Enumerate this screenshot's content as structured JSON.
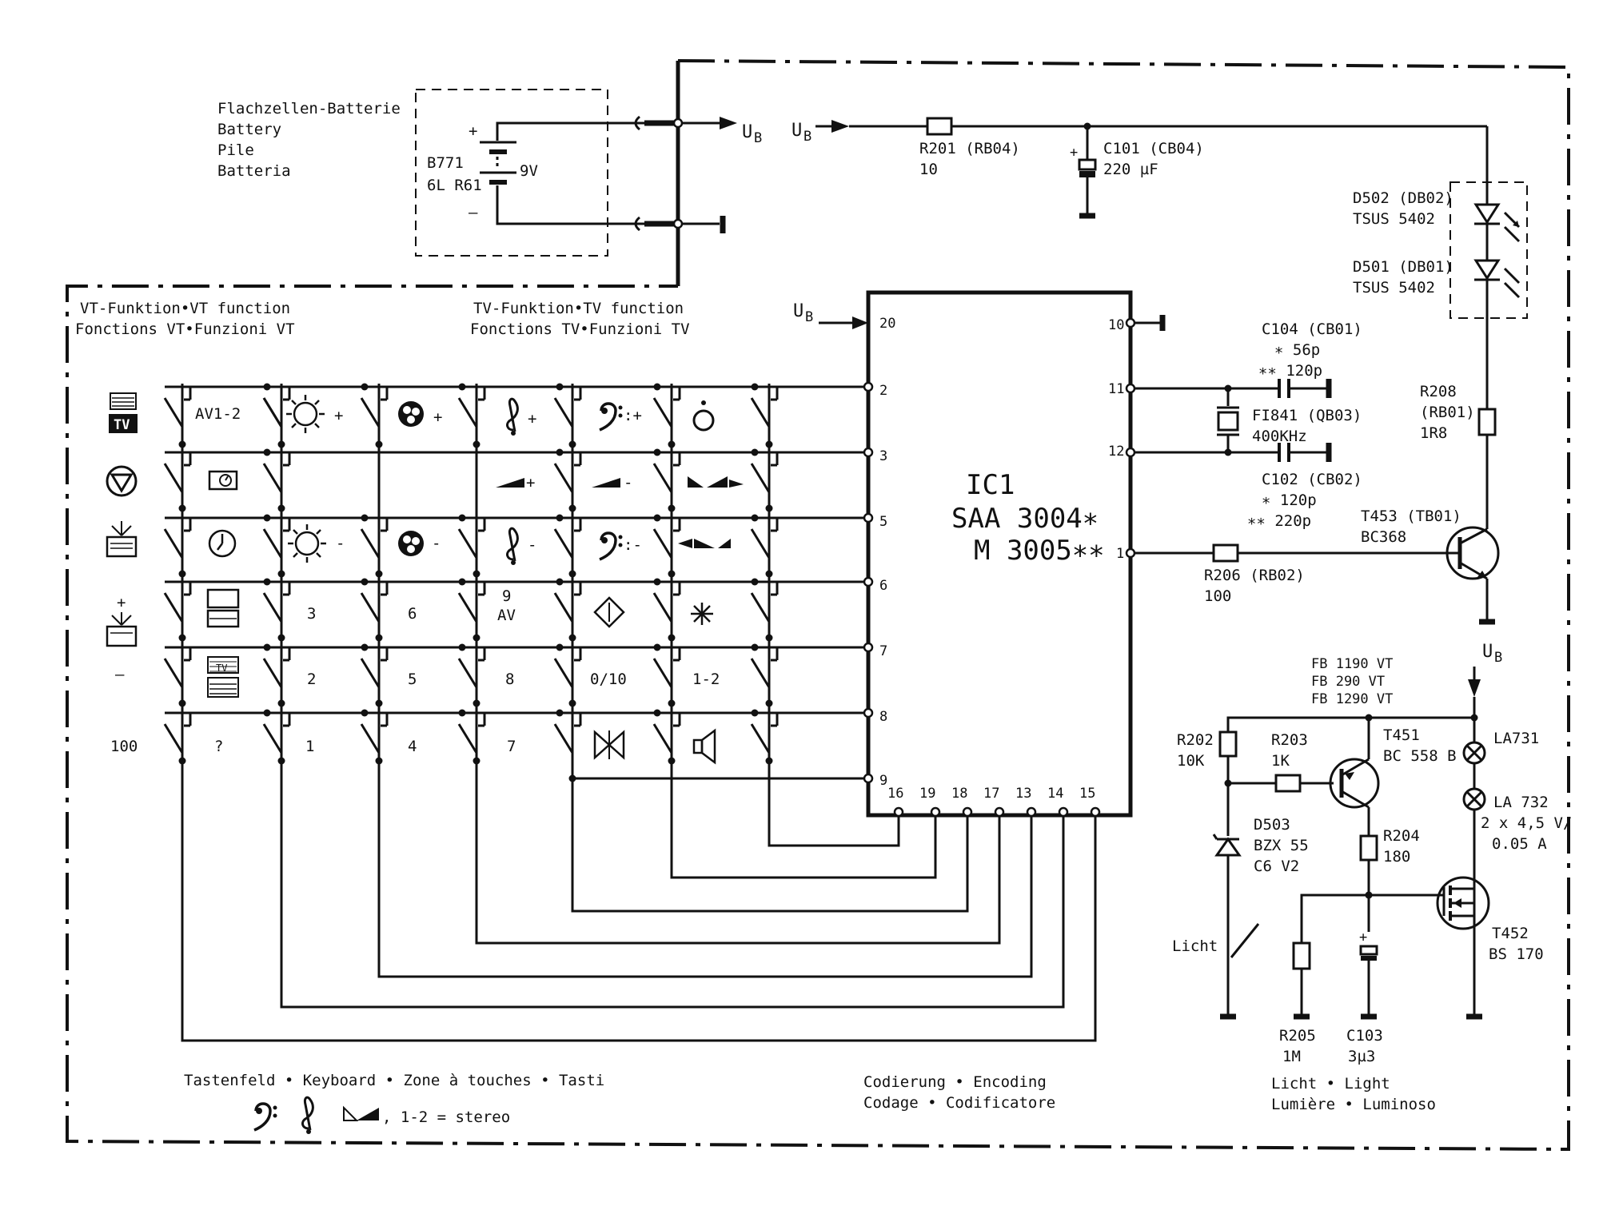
{
  "battery": {
    "title_de": "Flachzellen-Batterie",
    "title_en": "Battery",
    "title_fr": "Pile",
    "title_it": "Batteria",
    "ref": "B771",
    "type": "6L R61",
    "voltage": "9V",
    "plus": "+",
    "minus": "–",
    "ub_label": "U",
    "ub_sub": "B"
  },
  "supply": {
    "ub_label": "U",
    "ub_sub": "B",
    "r201_name": "R201 (RB04)",
    "r201_value": "10",
    "c101_name": "C101 (CB04)",
    "c101_value": "220 µF",
    "c101_plus": "+"
  },
  "leds": {
    "d502_name": "D502 (DB02)",
    "d502_type": "TSUS 5402",
    "d501_name": "D501 (DB01)",
    "d501_type": "TSUS 5402"
  },
  "output": {
    "r208_name": "R208",
    "r208_code": "(RB01)",
    "r208_value": "1R8",
    "t453_name": "T453 (TB01)",
    "t453_type": "BC368",
    "r206_name": "R206 (RB02)",
    "r206_value": "100"
  },
  "oscillator": {
    "c104_name": "C104 (CB01)",
    "c104_v1": "∗ 56p",
    "c104_v2": "∗∗ 120p",
    "fi841_name": "FI841 (QB03)",
    "fi841_value": "400KHz",
    "c102_name": "C102 (CB02)",
    "c102_v1": "∗ 120p",
    "c102_v2": "∗∗ 220p"
  },
  "ic": {
    "name": "IC1",
    "part1": "SAA 3004∗",
    "part2": "M  3005∗∗",
    "ub_label": "U",
    "ub_sub": "B",
    "left_pins": [
      "20",
      "2",
      "3",
      "5",
      "6",
      "7",
      "8",
      "9"
    ],
    "right_pins": [
      "10",
      "11",
      "12",
      "1"
    ],
    "bottom_pins": [
      "16",
      "19",
      "18",
      "17",
      "13",
      "14",
      "15"
    ]
  },
  "keyboard": {
    "vt_de_en": "VT-Funktion•VT function",
    "vt_fr_it": "Fonctions VT•Funzioni  VT",
    "tv_de_en": "TV-Funktion•TV function",
    "tv_fr_it": "Fonctions TV•Funzioni TV",
    "tv_badge": "TV",
    "row0": [
      "AV1-2",
      "+",
      "+",
      "+",
      ":+"
    ],
    "row3": [
      "3",
      "6",
      "9",
      "AV"
    ],
    "row4": [
      "2",
      "5",
      "8",
      "0/10",
      "1-2"
    ],
    "row5": [
      "100",
      "?",
      "1",
      "4",
      "7"
    ],
    "left_pm_plus": "+",
    "left_pm_minus": "—",
    "minus_marks": [
      "-",
      "-",
      "-",
      ":-"
    ],
    "plus_mark": "+",
    "minus_mark": "-"
  },
  "light": {
    "ub_label": "U",
    "ub_sub": "B",
    "fb1": "FB  1190 VT",
    "fb2": "FB   290 VT",
    "fb3": "FB  1290 VT",
    "r202_name": "R202",
    "r202_value": "10K",
    "r203_name": "R203",
    "r203_value": "1K",
    "t451_name": "T451",
    "t451_type": "BC 558 B",
    "la731": "LA731",
    "la732": "LA 732",
    "la_spec1": "2 x 4,5 V/",
    "la_spec2": "0.05 A",
    "d503_name": "D503",
    "d503_type": "BZX 55",
    "d503_code": "C6 V2",
    "r204_name": "R204",
    "r204_value": "180",
    "t452_name": "T452",
    "t452_type": "BS 170",
    "licht": "Licht",
    "r205_name": "R205",
    "r205_value": "1M",
    "c103_name": "C103",
    "c103_value": "3µ3",
    "c103_plus": "+"
  },
  "captions": {
    "keyboard": "Tastenfeld  •  Keyboard  •  Zone à touches  •  Tasti",
    "stereo_note": ",  1-2 = stereo",
    "encoding1": "Codierung • Encoding",
    "encoding2": "Codage • Codificatore",
    "light1": "Licht • Light",
    "light2": "Lumière • Luminoso"
  }
}
